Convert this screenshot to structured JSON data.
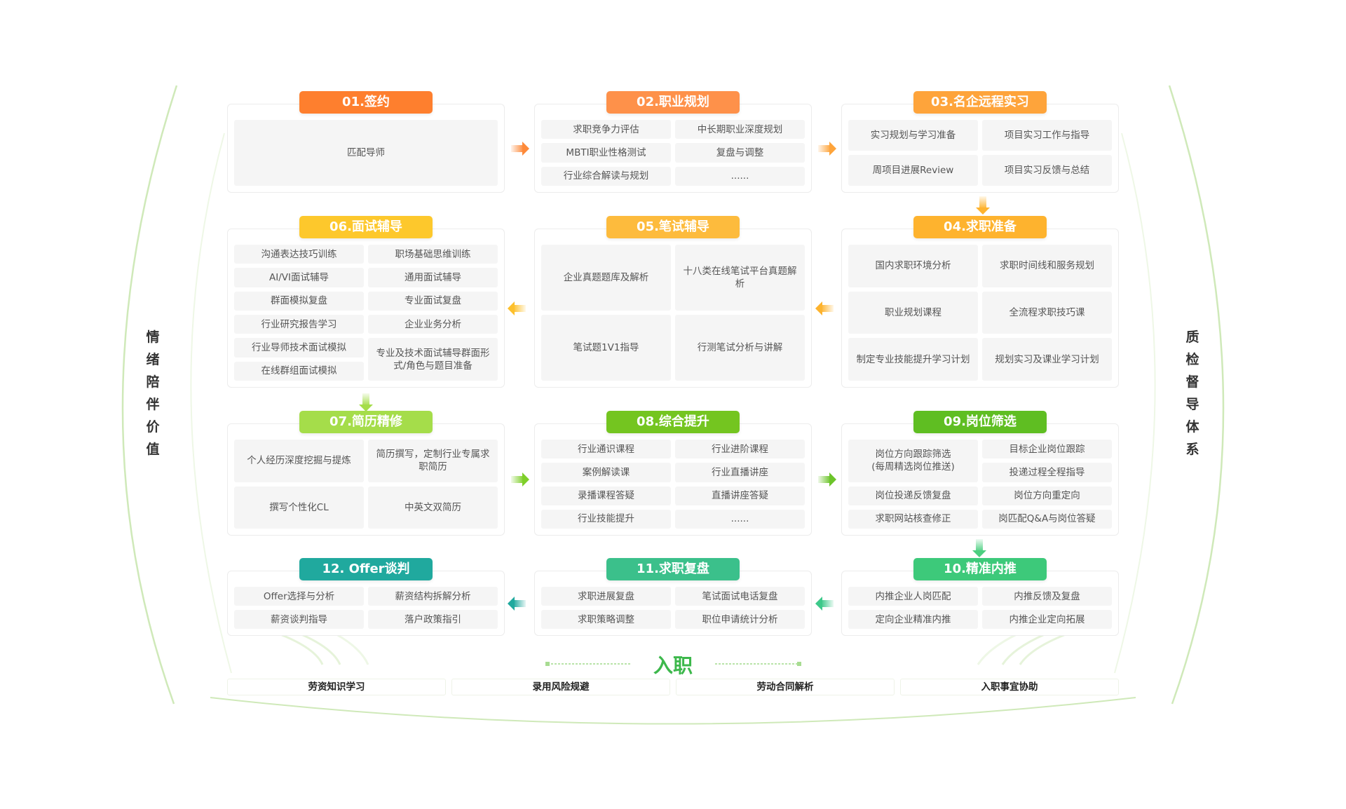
{
  "side_left": [
    "情",
    "绪",
    "陪",
    "伴",
    "价",
    "值"
  ],
  "side_right": [
    "质",
    "检",
    "督",
    "导",
    "体",
    "系"
  ],
  "steps": [
    {
      "title": "01.签约",
      "color": "#fe7f2e",
      "items": [
        "匹配导师"
      ]
    },
    {
      "title": "02.职业规划",
      "color": "#fe914a",
      "items": [
        "求职竞争力评估",
        "中长期职业深度规划",
        "MBTI职业性格测试",
        "复盘与调整",
        "行业综合解读与规划",
        "......"
      ]
    },
    {
      "title": "03.名企远程实习",
      "color": "#fea43b",
      "items": [
        "实习规划与学习准备",
        "项目实习工作与指导",
        "周项目进展Review",
        "项目实习反馈与总结"
      ]
    },
    {
      "title": "04.求职准备",
      "color": "#feb32e",
      "items": [
        "国内求职环境分析",
        "求职时间线和服务规划",
        "职业规划课程",
        "全流程求职技巧课",
        "制定专业技能提升学习计划",
        "规划实习及课业学习计划"
      ]
    },
    {
      "title": "05.笔试辅导",
      "color": "#fdbb3d",
      "items": [
        "企业真题题库及解析",
        "十八类在线笔试平台真题解析",
        "笔试题1V1指导",
        "行测笔试分析与讲解"
      ]
    },
    {
      "title": "06.面试辅导",
      "color": "#fdc82c",
      "items": [
        "沟通表达技巧训练",
        "职场基础思维训练",
        "AI/VI面试辅导",
        "通用面试辅导",
        "群面模拟复盘",
        "专业面试复盘",
        "行业研究报告学习",
        "企业业务分析",
        "行业导师技术面试模拟",
        "专业及技术面试辅导群面形式/角色与题目准备",
        "在线群组面试模拟"
      ]
    },
    {
      "title": "07.简历精修",
      "color": "#a5dd4a",
      "items": [
        "个人经历深度挖掘与提炼",
        "简历撰写，定制行业专属求职简历",
        "撰写个性化CL",
        "中英文双简历"
      ]
    },
    {
      "title": "08.综合提升",
      "color": "#74c520",
      "items": [
        "行业通识课程",
        "行业进阶课程",
        "案例解读课",
        "行业直播讲座",
        "录播课程答疑",
        "直播讲座答疑",
        "行业技能提升",
        "......"
      ]
    },
    {
      "title": "09.岗位筛选",
      "color": "#5fbe22",
      "items": [
        "岗位方向跟踪筛选\n(每周精选岗位推送)",
        "目标企业岗位跟踪",
        "投递过程全程指导",
        "岗位投递反馈复盘",
        "岗位方向重定向",
        "求职网站核查修正",
        "岗匹配Q&A与岗位答疑"
      ]
    },
    {
      "title": "10.精准内推",
      "color": "#3dc97a",
      "items": [
        "内推企业人岗匹配",
        "内推反馈及复盘",
        "定向企业精准内推",
        "内推企业定向拓展"
      ]
    },
    {
      "title": "11.求职复盘",
      "color": "#3bc08b",
      "items": [
        "求职进展复盘",
        "笔试面试电话复盘",
        "求职策略调整",
        "职位申请统计分析"
      ]
    },
    {
      "title": "12. Offer谈判",
      "color": "#20a99e",
      "items": [
        "Offer选择与分析",
        "薪资结构拆解分析",
        "薪资谈判指导",
        "落户政策指引"
      ]
    }
  ],
  "onboarding": {
    "title": "入职",
    "color": "#3db84c",
    "items": [
      "劳资知识学习",
      "录用风险规避",
      "劳动合同解析",
      "入职事宜协助"
    ]
  }
}
